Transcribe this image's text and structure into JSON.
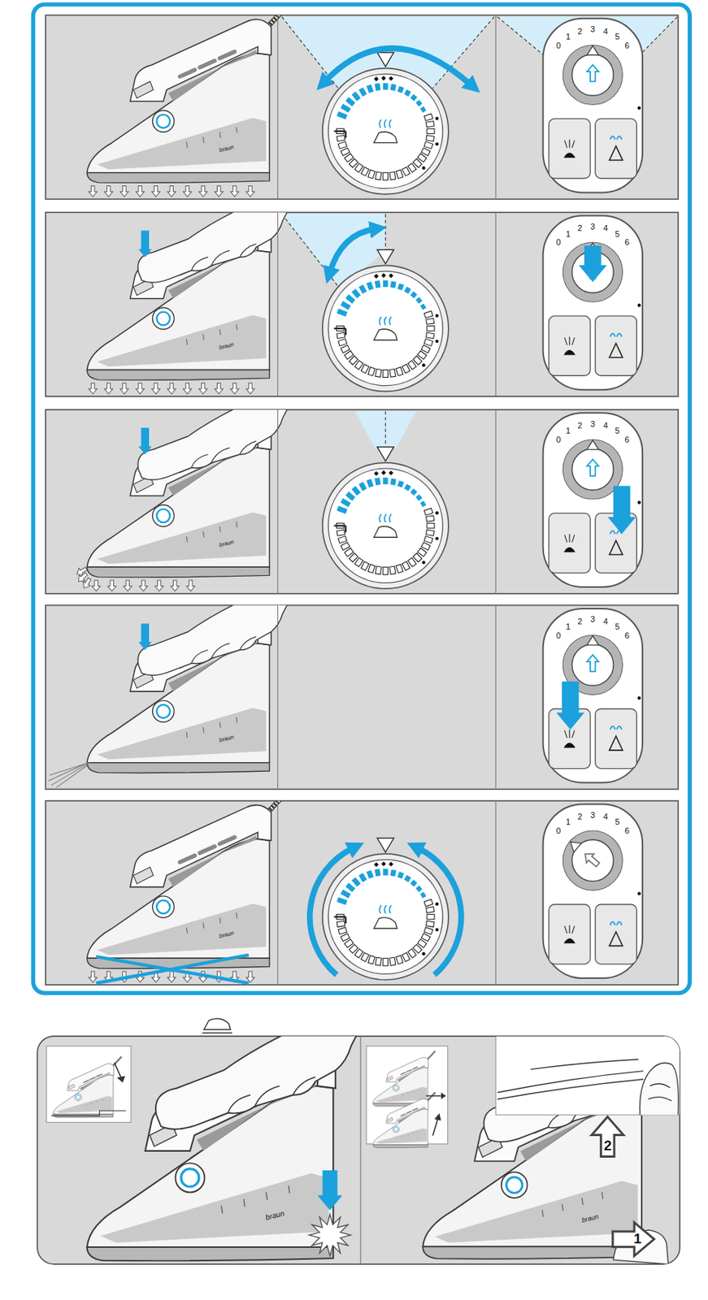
{
  "diagram": {
    "nodes": [
      {
        "text": [
          "2"
        ]
      },
      {
        "text": [
          "1"
        ]
      }
    ],
    "labels": [
      "braun",
      "0",
      "1",
      "2",
      "3",
      "4",
      "5",
      "6",
      "braun",
      "0",
      "1",
      "2",
      "3",
      "4",
      "5",
      "6",
      "braun",
      "0",
      "1",
      "2",
      "3",
      "4",
      "5",
      "6",
      "braun",
      "0",
      "1",
      "2",
      "3",
      "4",
      "5",
      "6",
      "braun",
      "0",
      "1",
      "2",
      "3",
      "4",
      "5",
      "6",
      "braun",
      "braun"
    ]
  }
}
